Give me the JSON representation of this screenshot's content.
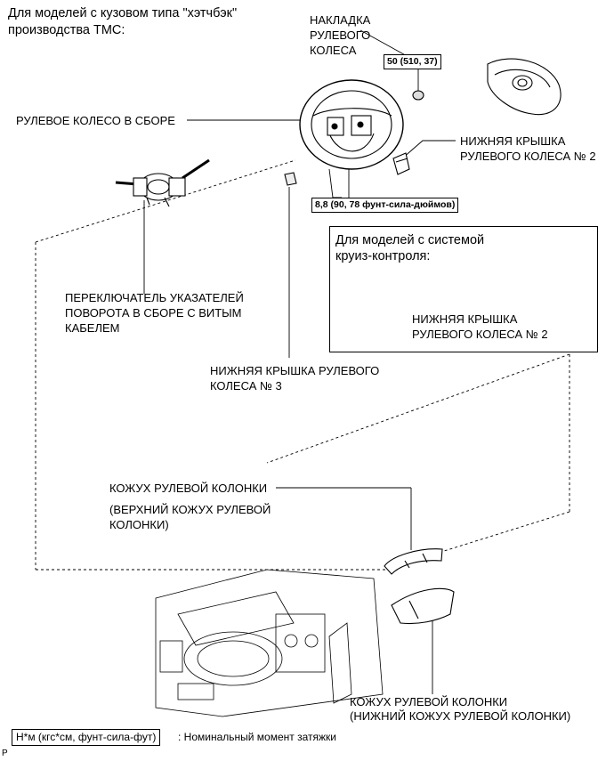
{
  "header": {
    "line1": "Для моделей с кузовом типа \"хэтчбэк\"",
    "line2": "производства TMC:"
  },
  "labels": {
    "pad_1": "НАКЛАДКА",
    "pad_2": "РУЛЕВОГО",
    "pad_3": "КОЛЕСА",
    "wheel": "РУЛЕВОЕ КОЛЕСО В СБОРЕ",
    "lower_cover2_1": "НИЖНЯЯ КРЫШКА",
    "lower_cover2_2": "РУЛЕВОГО КОЛЕСА № 2",
    "switch_1": "ПЕРЕКЛЮЧАТЕЛЬ УКАЗАТЕЛЕЙ",
    "switch_2": "ПОВОРОТА В СБОРЕ С ВИТЫМ",
    "switch_3": "КАБЕЛЕМ",
    "lower_cover3_1": "НИЖНЯЯ КРЫШКА РУЛЕВОГО",
    "lower_cover3_2": "КОЛЕСА № 3",
    "upper_cover_1": "КОЖУХ РУЛЕВОЙ КОЛОНКИ",
    "upper_cover_2": "(ВЕРХНИЙ КОЖУХ РУЛЕВОЙ",
    "upper_cover_3": "КОЛОНКИ)",
    "lower_column_1": "КОЖУХ РУЛЕВОЙ КОЛОНКИ",
    "lower_column_2": "(НИЖНИЙ КОЖУХ РУЛЕВОЙ КОЛОНКИ)"
  },
  "torques": {
    "nut": "50 (510, 37)",
    "screw": "8,8 (90, 78 фунт-сила-дюймов)"
  },
  "cruise_panel": {
    "title_1": "Для моделей с системой",
    "title_2": "круиз-контроля:",
    "label_1": "НИЖНЯЯ КРЫШКА",
    "label_2": "РУЛЕВОГО КОЛЕСА № 2"
  },
  "legend": {
    "unit": "Н*м (кгс*см, фунт-сила-фут)",
    "desc": ": Номинальный момент затяжки"
  },
  "corner_mark": "P"
}
